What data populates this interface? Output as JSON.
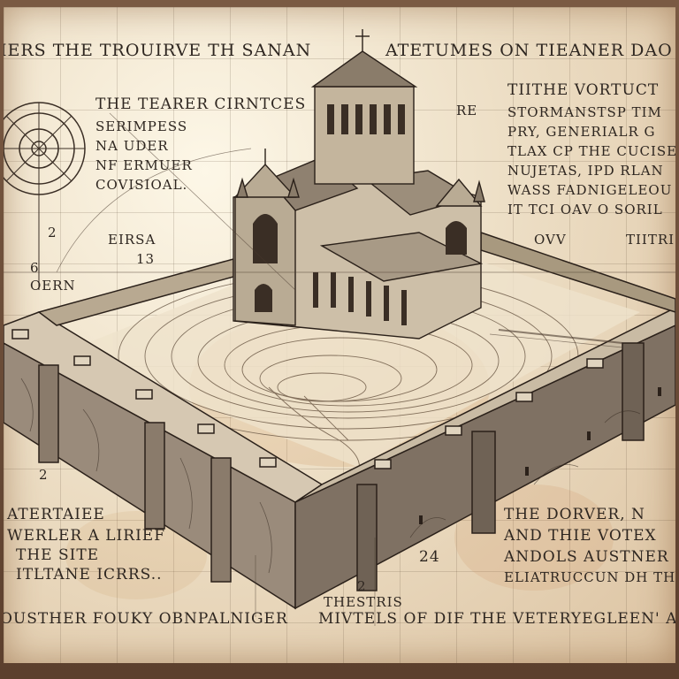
{
  "header": {
    "left_title": "IERS THE TROUIRVE TH SANAN",
    "right_title": "ATETUMES  ON TIEANER DAO"
  },
  "left_notes": [
    "THE TEARER  CIRNTCES",
    "SERIMPESS",
    "NA  UDER",
    "NF ERMUER",
    "COVISIOAL."
  ],
  "right_notes": [
    "TIITHE VORTUCT",
    "STORMANSTSP TIM",
    "PRY, GENERIALR G",
    "TLAX CP THE CUCISE",
    "NUJETAS, IPD RLAN",
    "WASS FADNIGELEOU",
    "IT TCI OAV O SORIL"
  ],
  "small_labels": {
    "re": "RE",
    "eirsa": "EIRSA",
    "num13": "13",
    "num2a": "2",
    "num6": "6",
    "oern": "OERN",
    "ovv": "OVV",
    "tiitr": "TIITRI",
    "num2b": "2",
    "num24": "24",
    "num2c": "2"
  },
  "bottom_left_notes": [
    "ATERTAIEE",
    "WERLER A LIRIEF",
    "THE SITE",
    "ITLTANE ICRRS.."
  ],
  "bottom_right_notes": [
    "THE DORVER, N",
    "AND THIE VOTEX",
    "ANDOLS AUSTNER",
    "ELIATRUCCUN DH THIINC"
  ],
  "footer": {
    "left": "OUSTHER FOUKY OBNPALNIGER",
    "center_top": "THESTRIS",
    "center": "MIVTELS OF DIF THE VETERYEGLEEN' AR"
  },
  "colors": {
    "paper": "#e9dcc3",
    "ink": "#2e2620",
    "frame": "#6b4a35",
    "stain": "#c8894e"
  }
}
